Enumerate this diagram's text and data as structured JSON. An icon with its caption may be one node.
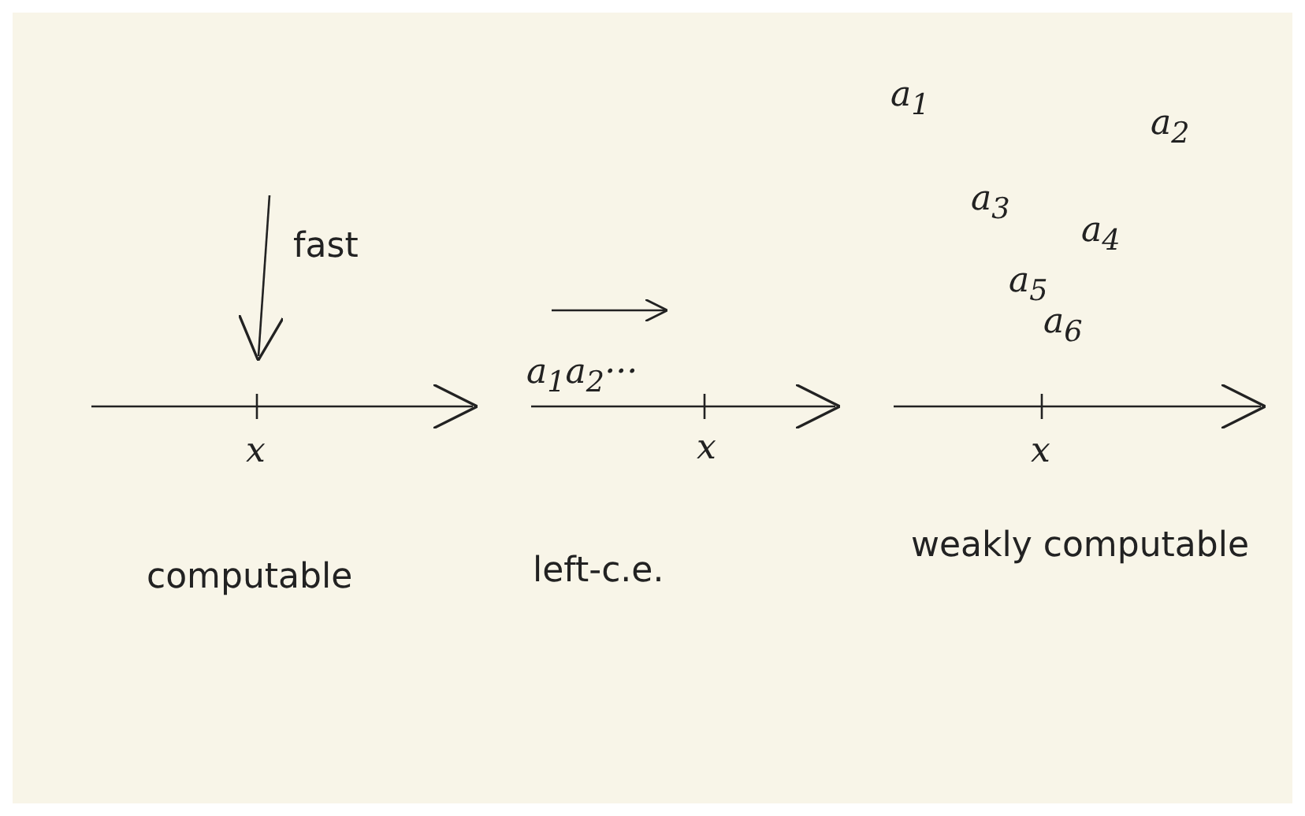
{
  "diagram": {
    "labels": [
      "fast",
      "x",
      "computable",
      "a$_{1}$a$_{2}$···",
      "x",
      "left-c.e.",
      "a$_{1}$",
      "a$_{2}$",
      "a$_{3}$",
      "a$_{4}$",
      "a$_{5}$",
      "a$_{6}$",
      "x",
      "weakly computable"
    ]
  }
}
